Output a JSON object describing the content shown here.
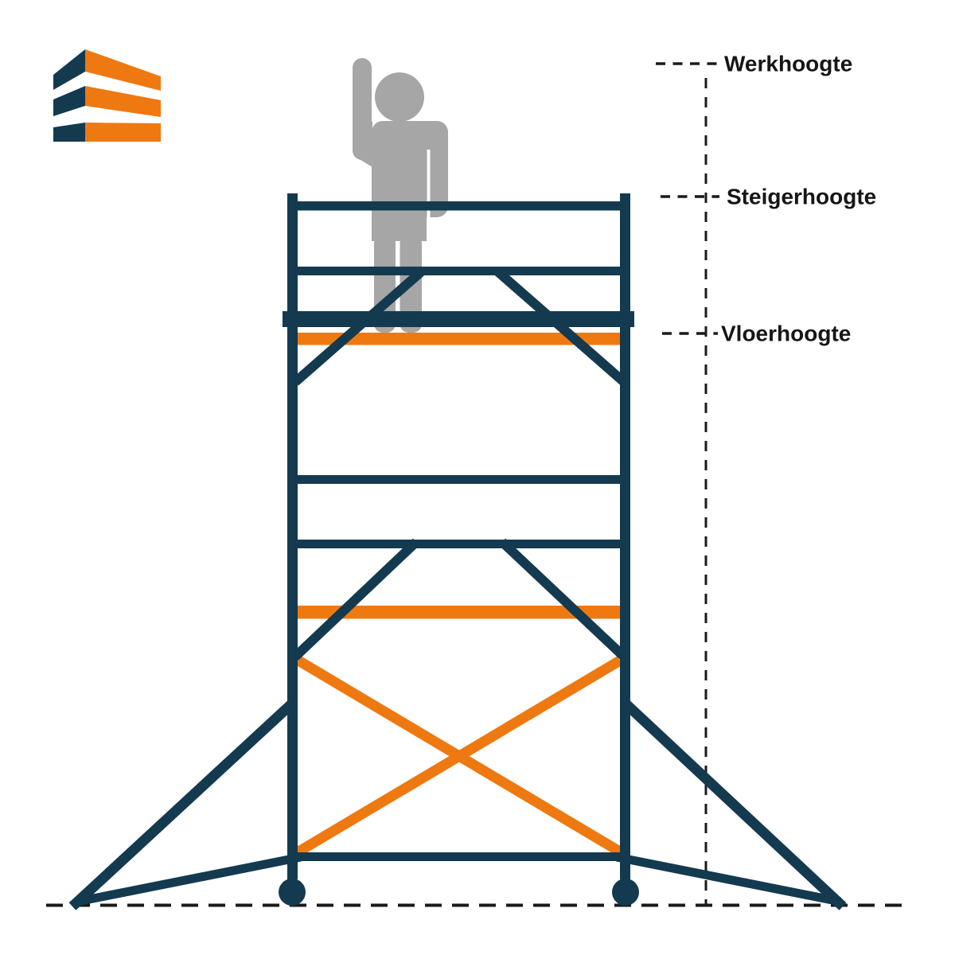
{
  "annotations": {
    "werkhoogte": "Werkhoogte",
    "steigerhoogte": "Steigerhoogte",
    "vloerhoogte": "Vloerhoogte"
  },
  "colors": {
    "navy": "#143A50",
    "orange": "#EE7911",
    "person_gray": "#A6A6A6",
    "dash_black": "#1A1A1A",
    "label_black": "#161616"
  }
}
